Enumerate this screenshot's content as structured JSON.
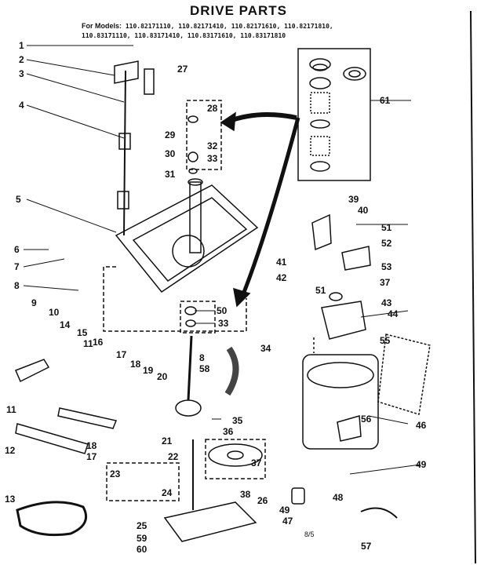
{
  "title": "DRIVE PARTS",
  "models": {
    "prefix": "For Models:",
    "line1": "110.82171110, 110.82171410, 110.82171610, 110.82171810,",
    "line2": "110.83171110, 110.83171410, 110.83171610, 110.83171810"
  },
  "stamp": "",
  "page_note": "8/5",
  "callouts": [
    "1",
    "2",
    "3",
    "4",
    "5",
    "6",
    "7",
    "8",
    "9",
    "10",
    "11",
    "11",
    "12",
    "13",
    "14",
    "15",
    "16",
    "17",
    "17",
    "18",
    "18",
    "19",
    "20",
    "21",
    "22",
    "23",
    "24",
    "25",
    "26",
    "27",
    "28",
    "29",
    "30",
    "31",
    "32",
    "33",
    "33",
    "34",
    "35",
    "36",
    "37",
    "37",
    "38",
    "39",
    "40",
    "41",
    "42",
    "43",
    "44",
    "46",
    "47",
    "48",
    "49",
    "49",
    "50",
    "51",
    "51",
    "52",
    "53",
    "55",
    "56",
    "57",
    "58",
    "59",
    "60",
    "61",
    "8"
  ]
}
